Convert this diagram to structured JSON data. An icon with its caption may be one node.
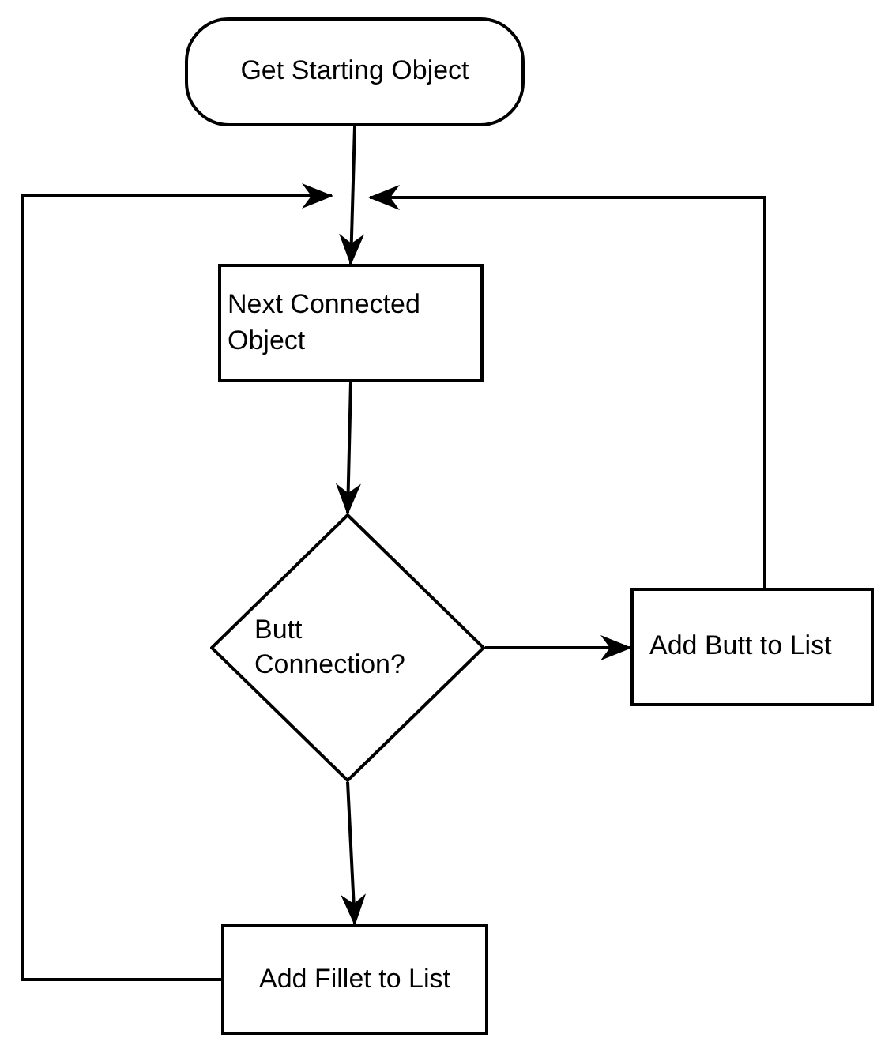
{
  "diagram": {
    "nodes": [
      {
        "text": [
          "Get Starting Object"
        ]
      },
      {
        "text": [
          "Next Connected Object"
        ]
      },
      {
        "text": [
          "Butt Connection?"
        ]
      },
      {
        "text": [
          "Add Butt to List"
        ]
      },
      {
        "text": [
          "Add Fillet to List"
        ]
      }
    ],
    "edges": [
      {
        "from": 0,
        "to": 1,
        "arrow": "to"
      },
      {
        "from": 1,
        "to": 2,
        "arrow": "to"
      },
      {
        "from": 2,
        "to": 3,
        "arrow": "to"
      },
      {
        "from": 2,
        "to": 4,
        "arrow": "to"
      },
      {
        "from": 4,
        "to": 1,
        "arrow": "to"
      },
      {
        "from": 3,
        "to": 1,
        "arrow": "to"
      }
    ]
  }
}
